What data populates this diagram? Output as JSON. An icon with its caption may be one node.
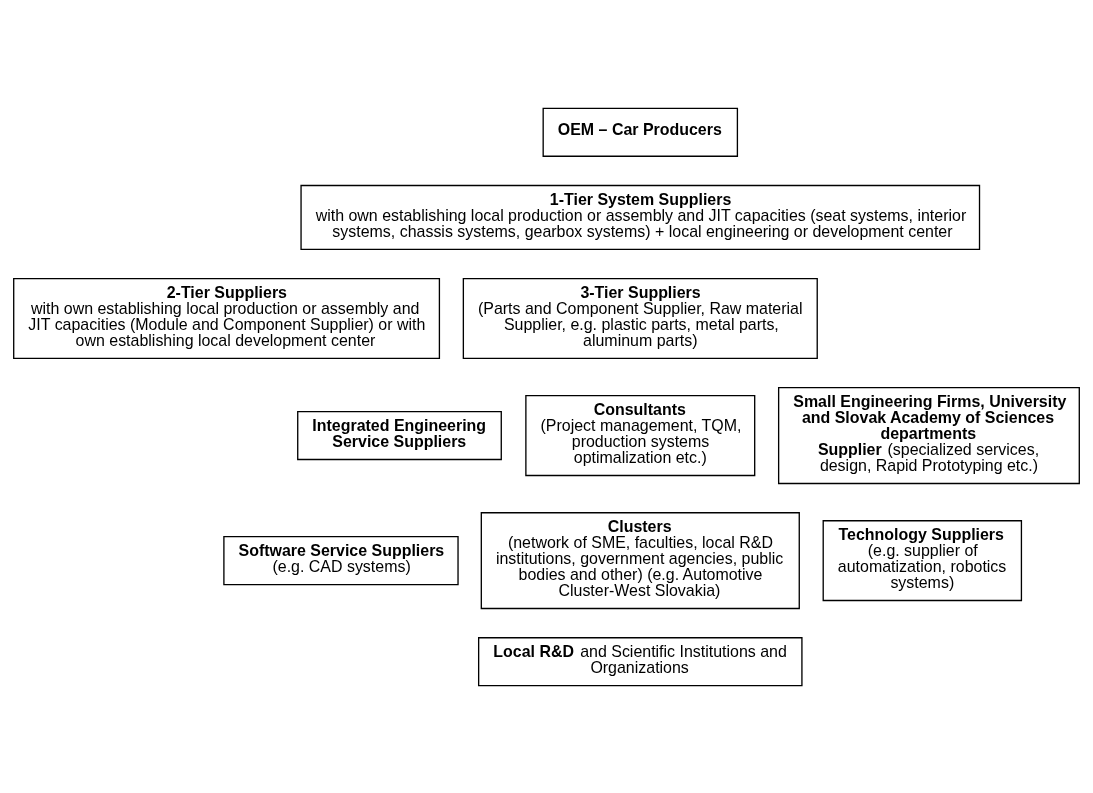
{
  "diagram": {
    "nodes": [
      {
        "text": [
          "OEM – Car Producers"
        ]
      },
      {
        "text": [
          "1-Tier System Suppliers",
          "with own establishing local production or assembly and JIT capacities (seat systems, interior systems, chassis systems, gearbox systems) + local engineering or development center"
        ]
      },
      {
        "text": [
          "2-Tier Suppliers",
          "with own establishing local production or assembly and JIT capacities (Module and Component Supplier) or with own establishing local development center"
        ]
      },
      {
        "text": [
          "3-Tier Suppliers",
          "(Parts and Component Supplier, Raw material Supplier, e.g. plastic parts, metal parts, aluminum parts)"
        ]
      },
      {
        "text": [
          "Integrated Engineering Service Suppliers"
        ]
      },
      {
        "text": [
          "Consultants",
          "(Project management, TQM, production systems optimalization etc.)"
        ]
      },
      {
        "text": [
          "Small Engineering Firms, University and Slovak Academy of Sciences departments",
          "**Supplier** (specialized services, design, Rapid Prototyping etc.)"
        ]
      },
      {
        "text": [
          "Software Service Suppliers",
          "(e.g. CAD systems)"
        ]
      },
      {
        "text": [
          "Clusters",
          "(network of SME, faculties, local R&D institutions, government agencies, public bodies and other) (e.g. Automotive Cluster-West Slovakia)"
        ]
      },
      {
        "text": [
          "Technology Suppliers",
          "(e.g. supplier of automatization, robotics systems)"
        ]
      },
      {
        "text": [
          "**Local R&D** and Scientific Institutions and Organizations"
        ]
      }
    ],
    "edges": []
  }
}
